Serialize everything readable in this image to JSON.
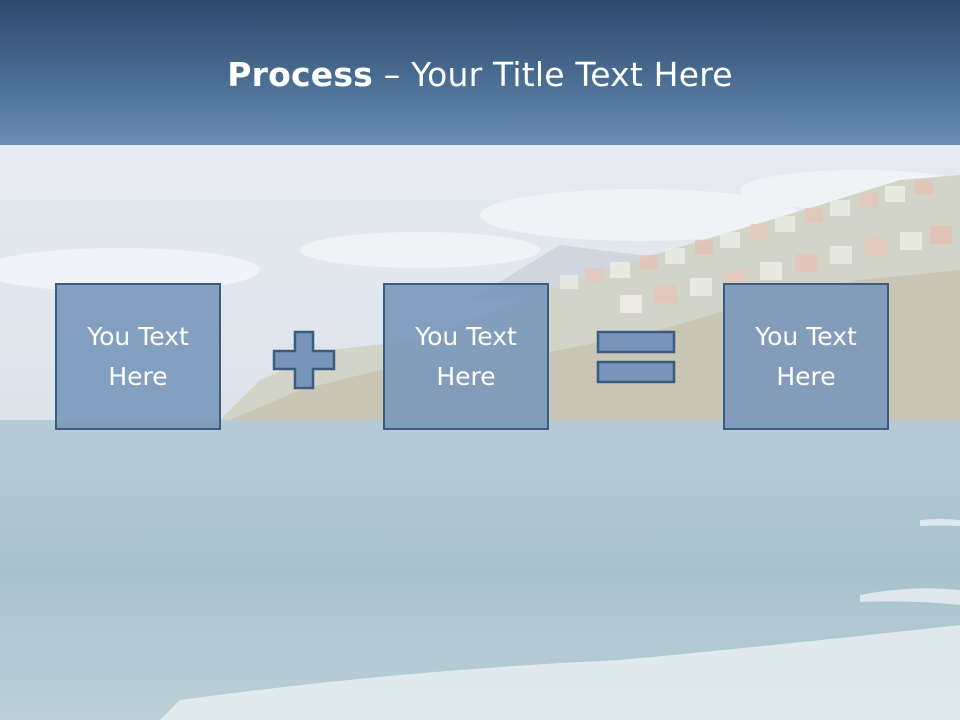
{
  "slide": {
    "title_bold": "Process",
    "title_rest": " – Your Title Text Here",
    "boxes": [
      {
        "text": "You Text Here"
      },
      {
        "text": "You Text Here"
      },
      {
        "text": "You Text Here"
      }
    ],
    "operators": [
      "plus-icon",
      "equals-icon"
    ]
  },
  "colors": {
    "title_bar": "#3e5f84",
    "box_fill": "#7896b9",
    "box_border": "#3d5a7f",
    "sea": "#a9c2cc",
    "sky": "#dde4ec"
  }
}
